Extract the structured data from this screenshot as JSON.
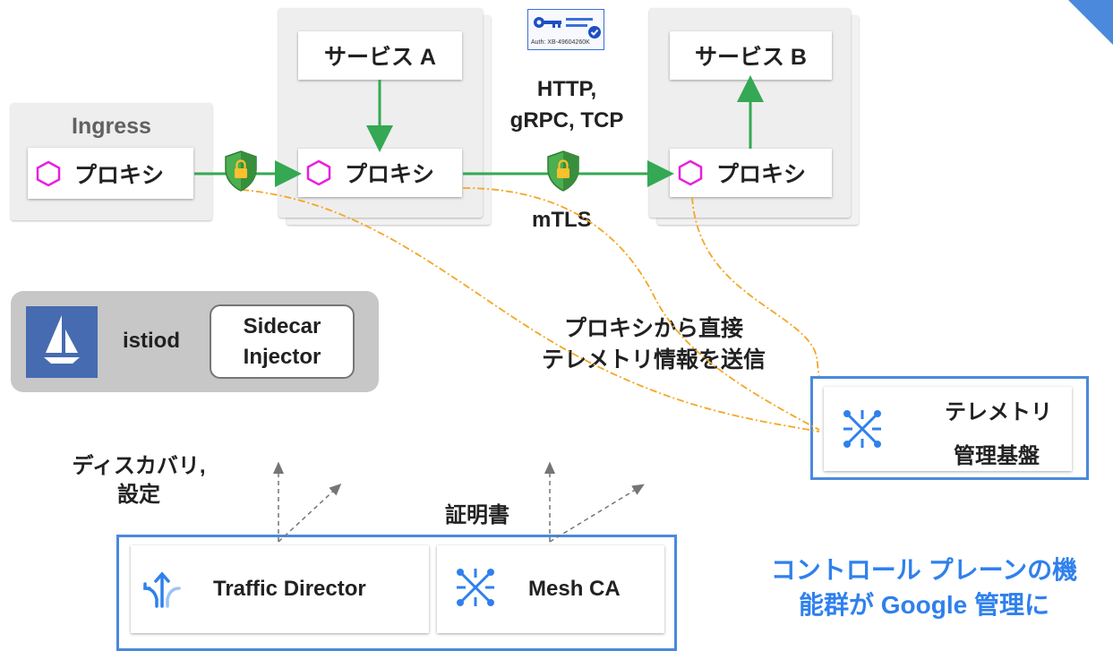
{
  "ingress": {
    "title": "Ingress",
    "proxy_label": "プロキシ"
  },
  "service_a": {
    "name": "サービス A",
    "proxy_label": "プロキシ"
  },
  "service_b": {
    "name": "サービス B",
    "proxy_label": "プロキシ"
  },
  "protocols": {
    "line1": "HTTP,",
    "line2": "gRPC, TCP"
  },
  "mtls_label": "mTLS",
  "cert_card": {
    "text": "Auth: XB-49604260K"
  },
  "istiod": {
    "label": "istiod",
    "injector_line1": "Sidecar",
    "injector_line2": "Injector"
  },
  "telemetry_note": {
    "line1": "プロキシから直接",
    "line2": "テレメトリ情報を送信"
  },
  "telemetry_platform": {
    "line1": "テレメトリ",
    "line2": "管理基盤"
  },
  "discovery_label": {
    "line1": "ディスカバリ,",
    "line2": "設定"
  },
  "cert_label": "証明書",
  "traffic_director": {
    "label": "Traffic Director"
  },
  "mesh_ca": {
    "label": "Mesh CA"
  },
  "control_plane_note": {
    "line1": "コントロール プレーンの機",
    "line2": "能群が Google 管理に"
  },
  "colors": {
    "proxy_hex": "#e91ee0",
    "arrow_green": "#34a853",
    "telemetry_orange": "#f5a623",
    "accent_blue": "#4a89dc",
    "shield_green": "#4caf50",
    "istio_blue": "#466bb0"
  }
}
